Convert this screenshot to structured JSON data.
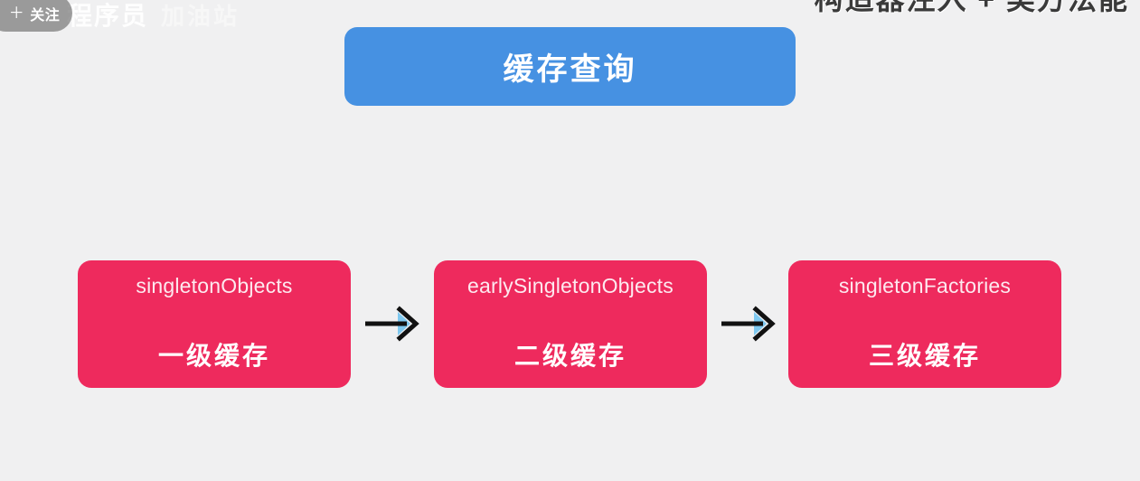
{
  "overlay": {
    "follow_button_label": "关注",
    "follow_plus_glyph": "＋",
    "watermark_text": "程序员",
    "watermark_faint_text": "加油站",
    "clipped_heading_text": "构造器注入 + 类方法能"
  },
  "diagram": {
    "title": "缓存查询",
    "title_color": "#4691e2",
    "box_color": "#ee2a5d",
    "background_color": "#f0f0f1",
    "arrow_color": "#111111",
    "arrow_accent_color": "#7ec8ef",
    "boxes": [
      {
        "code": "singletonObjects",
        "label": "一级缓存"
      },
      {
        "code": "earlySingletonObjects",
        "label": "二级缓存"
      },
      {
        "code": "singletonFactories",
        "label": "三级缓存"
      }
    ],
    "arrows": [
      {
        "from": "singletonObjects",
        "to": "earlySingletonObjects",
        "glyph": "→"
      },
      {
        "from": "earlySingletonObjects",
        "to": "singletonFactories",
        "glyph": "→"
      }
    ]
  }
}
